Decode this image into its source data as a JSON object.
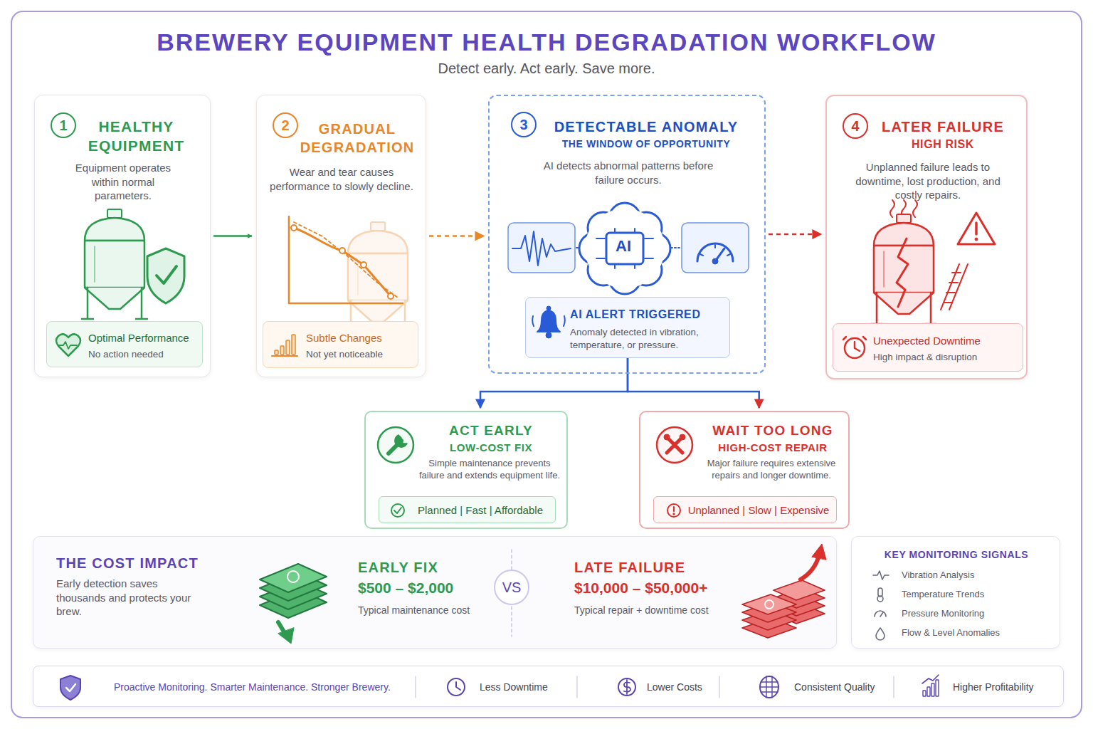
{
  "diagram": {
    "title": "BREWERY EQUIPMENT HEALTH DEGRADATION WORKFLOW",
    "caption": "Detect early. Act early. Save more.",
    "nodes": [
      {
        "text": [
          "1",
          "HEALTHY EQUIPMENT",
          "Equipment operates within normal parameters."
        ]
      },
      {
        "text": [
          "Optimal Performance",
          "No action needed"
        ],
        "in": 0
      },
      {
        "text": [
          "2",
          "GRADUAL DEGRADATION",
          "Wear and tear causes performance to slowly decline."
        ]
      },
      {
        "text": [
          "Subtle Changes",
          "Not yet noticeable"
        ],
        "in": 2
      },
      {
        "text": [
          "3",
          "DETECTABLE ANOMALY",
          "THE WINDOW OF OPPORTUNITY",
          "AI detects abnormal patterns before failure occurs."
        ]
      },
      {
        "text": [
          "AI ALERT TRIGGERED",
          "Anomaly detected in vibration, temperature, or pressure."
        ],
        "in": 4
      },
      {
        "text": [
          "4",
          "LATER FAILURE",
          "HIGH RISK",
          "Unplanned failure leads to downtime, lost production, and costly repairs."
        ]
      },
      {
        "text": [
          "Unexpected Downtime",
          "High impact & disruption"
        ],
        "in": 6
      },
      {
        "text": [
          "ACT EARLY",
          "LOW-COST FIX",
          "Simple maintenance prevents failure and extends equipment life."
        ]
      },
      {
        "text": [
          "Planned | Fast | Affordable"
        ],
        "in": 8
      },
      {
        "text": [
          "WAIT TOO LONG",
          "HIGH-COST REPAIR",
          "Major failure requires extensive repairs and longer downtime."
        ]
      },
      {
        "text": [
          "Unplanned | Slow | Expensive"
        ],
        "in": 10
      },
      {
        "text": [
          "THE COST IMPACT",
          "Early detection saves thousands and protects your brew.",
          "EARLY FIX",
          "$500 – $2,000",
          "Typical maintenance cost",
          "VS",
          "LATE FAILURE",
          "$10,000 – $50,000+",
          "Typical repair + downtime cost"
        ]
      },
      {
        "text": [
          "KEY MONITORING SIGNALS",
          "Vibration Analysis",
          "Temperature Trends",
          "Pressure Monitoring",
          "Flow & Level Anomalies"
        ]
      },
      {
        "text": [
          "Proactive Monitoring. Smarter Maintenance. Stronger Brewery.",
          "Less Downtime",
          "Lower Costs",
          "Consistent Quality",
          "Higher Profitability"
        ]
      }
    ],
    "edges": [
      {
        "from": 0,
        "to": 2,
        "arrow": "to"
      },
      {
        "from": 2,
        "to": 4,
        "arrow": "to"
      },
      {
        "from": 4,
        "to": 6,
        "arrow": "to"
      },
      {
        "from": 5,
        "to": 8,
        "arrow": "to"
      },
      {
        "from": 5,
        "to": 10,
        "arrow": "to"
      }
    ],
    "labels": [
      "AI"
    ]
  }
}
